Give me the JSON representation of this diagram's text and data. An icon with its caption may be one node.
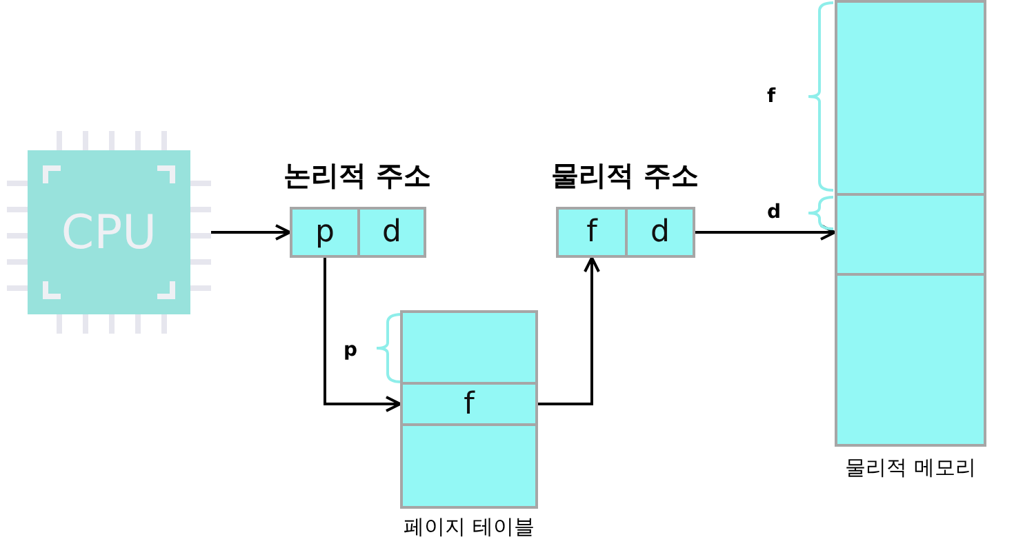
{
  "diagram": {
    "nodes": [
      {
        "text": [
          "CPU"
        ]
      },
      {
        "text": [
          "논리적 주소"
        ]
      },
      {
        "text": [
          "p"
        ],
        "in": 1
      },
      {
        "text": [
          "d"
        ],
        "in": 1
      },
      {
        "text": [
          "페이지 테이블"
        ]
      },
      {
        "text": [],
        "shape": "box",
        "in": 4
      },
      {
        "text": [
          "f"
        ],
        "in": 4
      },
      {
        "text": [],
        "shape": "box",
        "in": 4
      },
      {
        "text": [
          "물리적 주소"
        ]
      },
      {
        "text": [
          "f"
        ],
        "in": 8
      },
      {
        "text": [
          "d"
        ],
        "in": 8
      },
      {
        "text": [
          "물리적 메모리"
        ]
      },
      {
        "text": [],
        "shape": "box",
        "in": 11
      },
      {
        "text": [],
        "shape": "box",
        "in": 11
      },
      {
        "text": [],
        "shape": "box",
        "in": 11
      }
    ],
    "edges": [
      {
        "from": 0,
        "to": 2,
        "arrow": "to"
      },
      {
        "from": 2,
        "to": 6,
        "arrow": "to"
      },
      {
        "from": 6,
        "to": 9,
        "arrow": "to"
      },
      {
        "from": 10,
        "to": 13,
        "arrow": "to"
      }
    ],
    "labels": [
      "f",
      "d",
      "p"
    ]
  }
}
